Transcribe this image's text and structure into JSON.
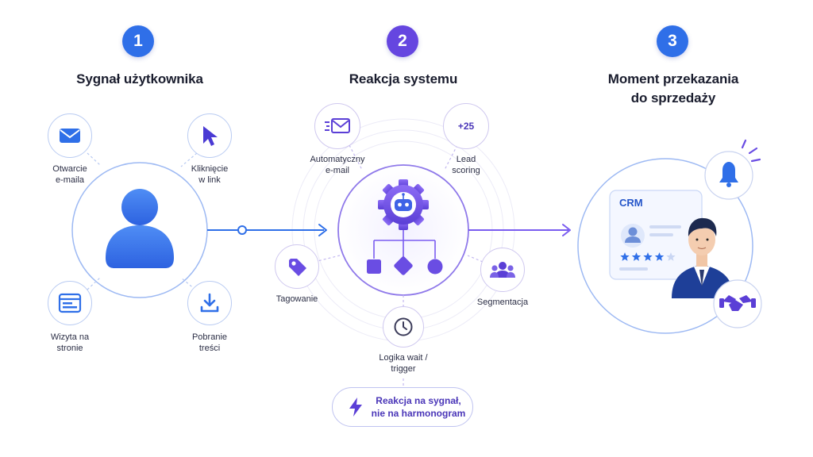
{
  "colors": {
    "blue": "#2f6fe8",
    "purple": "#5b3fd6",
    "purple_light": "#7a5cf0",
    "line": "#c9cdf4"
  },
  "steps": [
    {
      "number": "1",
      "title": "Sygnał użytkownika",
      "color": "#2f6fe8"
    },
    {
      "number": "2",
      "title": "Reakcja systemu",
      "color": "#6546e0"
    },
    {
      "number": "3",
      "title_line1": "Moment przekazania",
      "title_line2": "do sprzedaży",
      "color": "#2f6fe8"
    }
  ],
  "signals": [
    {
      "label_line1": "Otwarcie",
      "label_line2": "e-maila",
      "icon": "envelope-icon"
    },
    {
      "label_line1": "Kliknięcie",
      "label_line2": "w link",
      "icon": "cursor-icon"
    },
    {
      "label_line1": "Wizyta na",
      "label_line2": "stronie",
      "icon": "browser-window-icon"
    },
    {
      "label_line1": "Pobranie",
      "label_line2": "treści",
      "icon": "download-icon"
    }
  ],
  "system": [
    {
      "label_line1": "Automatyczny",
      "label_line2": "e-mail",
      "icon": "auto-email-icon"
    },
    {
      "label_line1": "Lead",
      "label_line2": "scoring",
      "icon": "score-icon",
      "badge": "+25"
    },
    {
      "label_line1": "Tagowanie",
      "icon": "tag-icon"
    },
    {
      "label_line1": "Segmentacja",
      "icon": "group-icon"
    },
    {
      "label_line1": "Logika wait /",
      "label_line2": "trigger",
      "icon": "clock-icon"
    }
  ],
  "handoff": {
    "crm_label": "CRM",
    "rating_stars": 4,
    "rating_max": 5
  },
  "callout": {
    "line1": "Reakcja na sygnał,",
    "line2": "nie na harmonogram",
    "icon": "lightning-icon"
  }
}
